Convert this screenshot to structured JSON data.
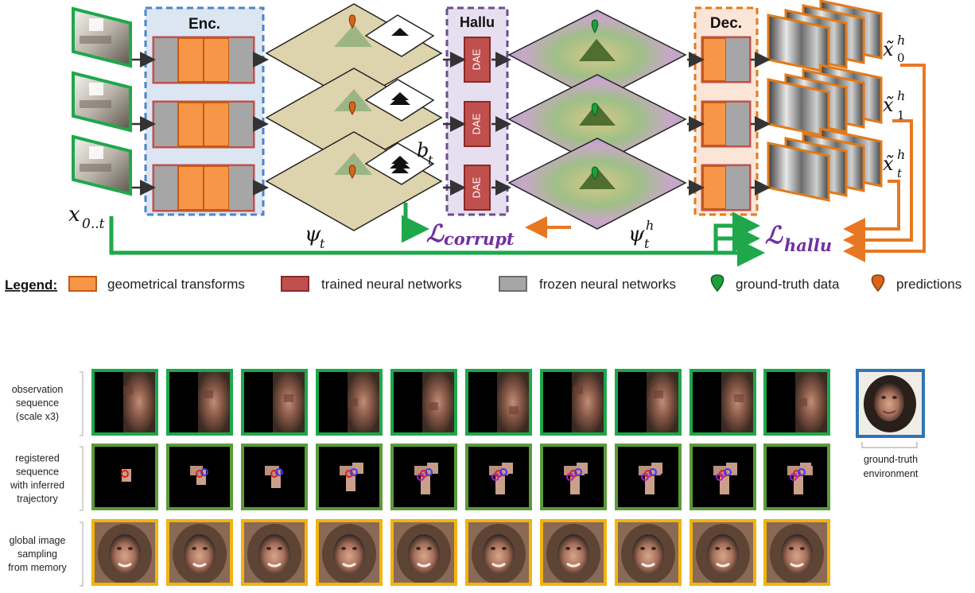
{
  "diagram": {
    "blocks": {
      "encoder": "Enc.",
      "hallucination": "Hallu",
      "decoder": "Dec.",
      "dae": "DAE"
    },
    "math": {
      "input": "x",
      "input_sub": "0..t",
      "belief": "b",
      "belief_sub": "t",
      "map": "ψ",
      "map_sub": "t",
      "map_h": "ψ",
      "map_h_sup": "h",
      "map_h_sub": "t",
      "out0": "x̃",
      "out0_sup": "h",
      "out0_sub": "0",
      "out1": "x̃",
      "out1_sup": "h",
      "out1_sub": "1",
      "outt": "x̃",
      "outt_sup": "h",
      "outt_sub": "t",
      "loss_corrupt": "ℒ",
      "loss_corrupt_sub": "corrupt",
      "loss_hallu": "ℒ",
      "loss_hallu_sub": "hallu"
    },
    "legend": {
      "title": "Legend",
      "items": [
        {
          "label": "geometrical transforms",
          "kind": "box",
          "color": "#f79646"
        },
        {
          "label": "trained neural networks",
          "kind": "box",
          "color": "#c0504d"
        },
        {
          "label": "frozen neural networks",
          "kind": "box",
          "color": "#a6a6a6"
        },
        {
          "label": "ground-truth data",
          "kind": "pin",
          "color": "#1e9e3c"
        },
        {
          "label": "predictions",
          "kind": "pin",
          "color": "#d8651a"
        }
      ]
    },
    "colors": {
      "encoder_border": "#4a86c8",
      "hallu_border": "#6c4d8e",
      "decoder_border": "#e07b1c",
      "green_arrow": "#1ea84a",
      "orange_arrow": "#e87722",
      "loss_text": "#7030a0"
    }
  },
  "grid": {
    "rows": [
      {
        "label_lines": [
          "observation",
          "sequence",
          "(scale x3)"
        ]
      },
      {
        "label_lines": [
          "registered",
          "sequence",
          "with inferred",
          "trajectory"
        ]
      },
      {
        "label_lines": [
          "global image",
          "sampling",
          "from memory"
        ]
      }
    ],
    "ground_truth_lines": [
      "ground-truth",
      "environment"
    ],
    "frame_colors": [
      "#1ea84a",
      "#5b9b3a",
      "#f2b311"
    ],
    "gt_border": "#2e75b6"
  }
}
